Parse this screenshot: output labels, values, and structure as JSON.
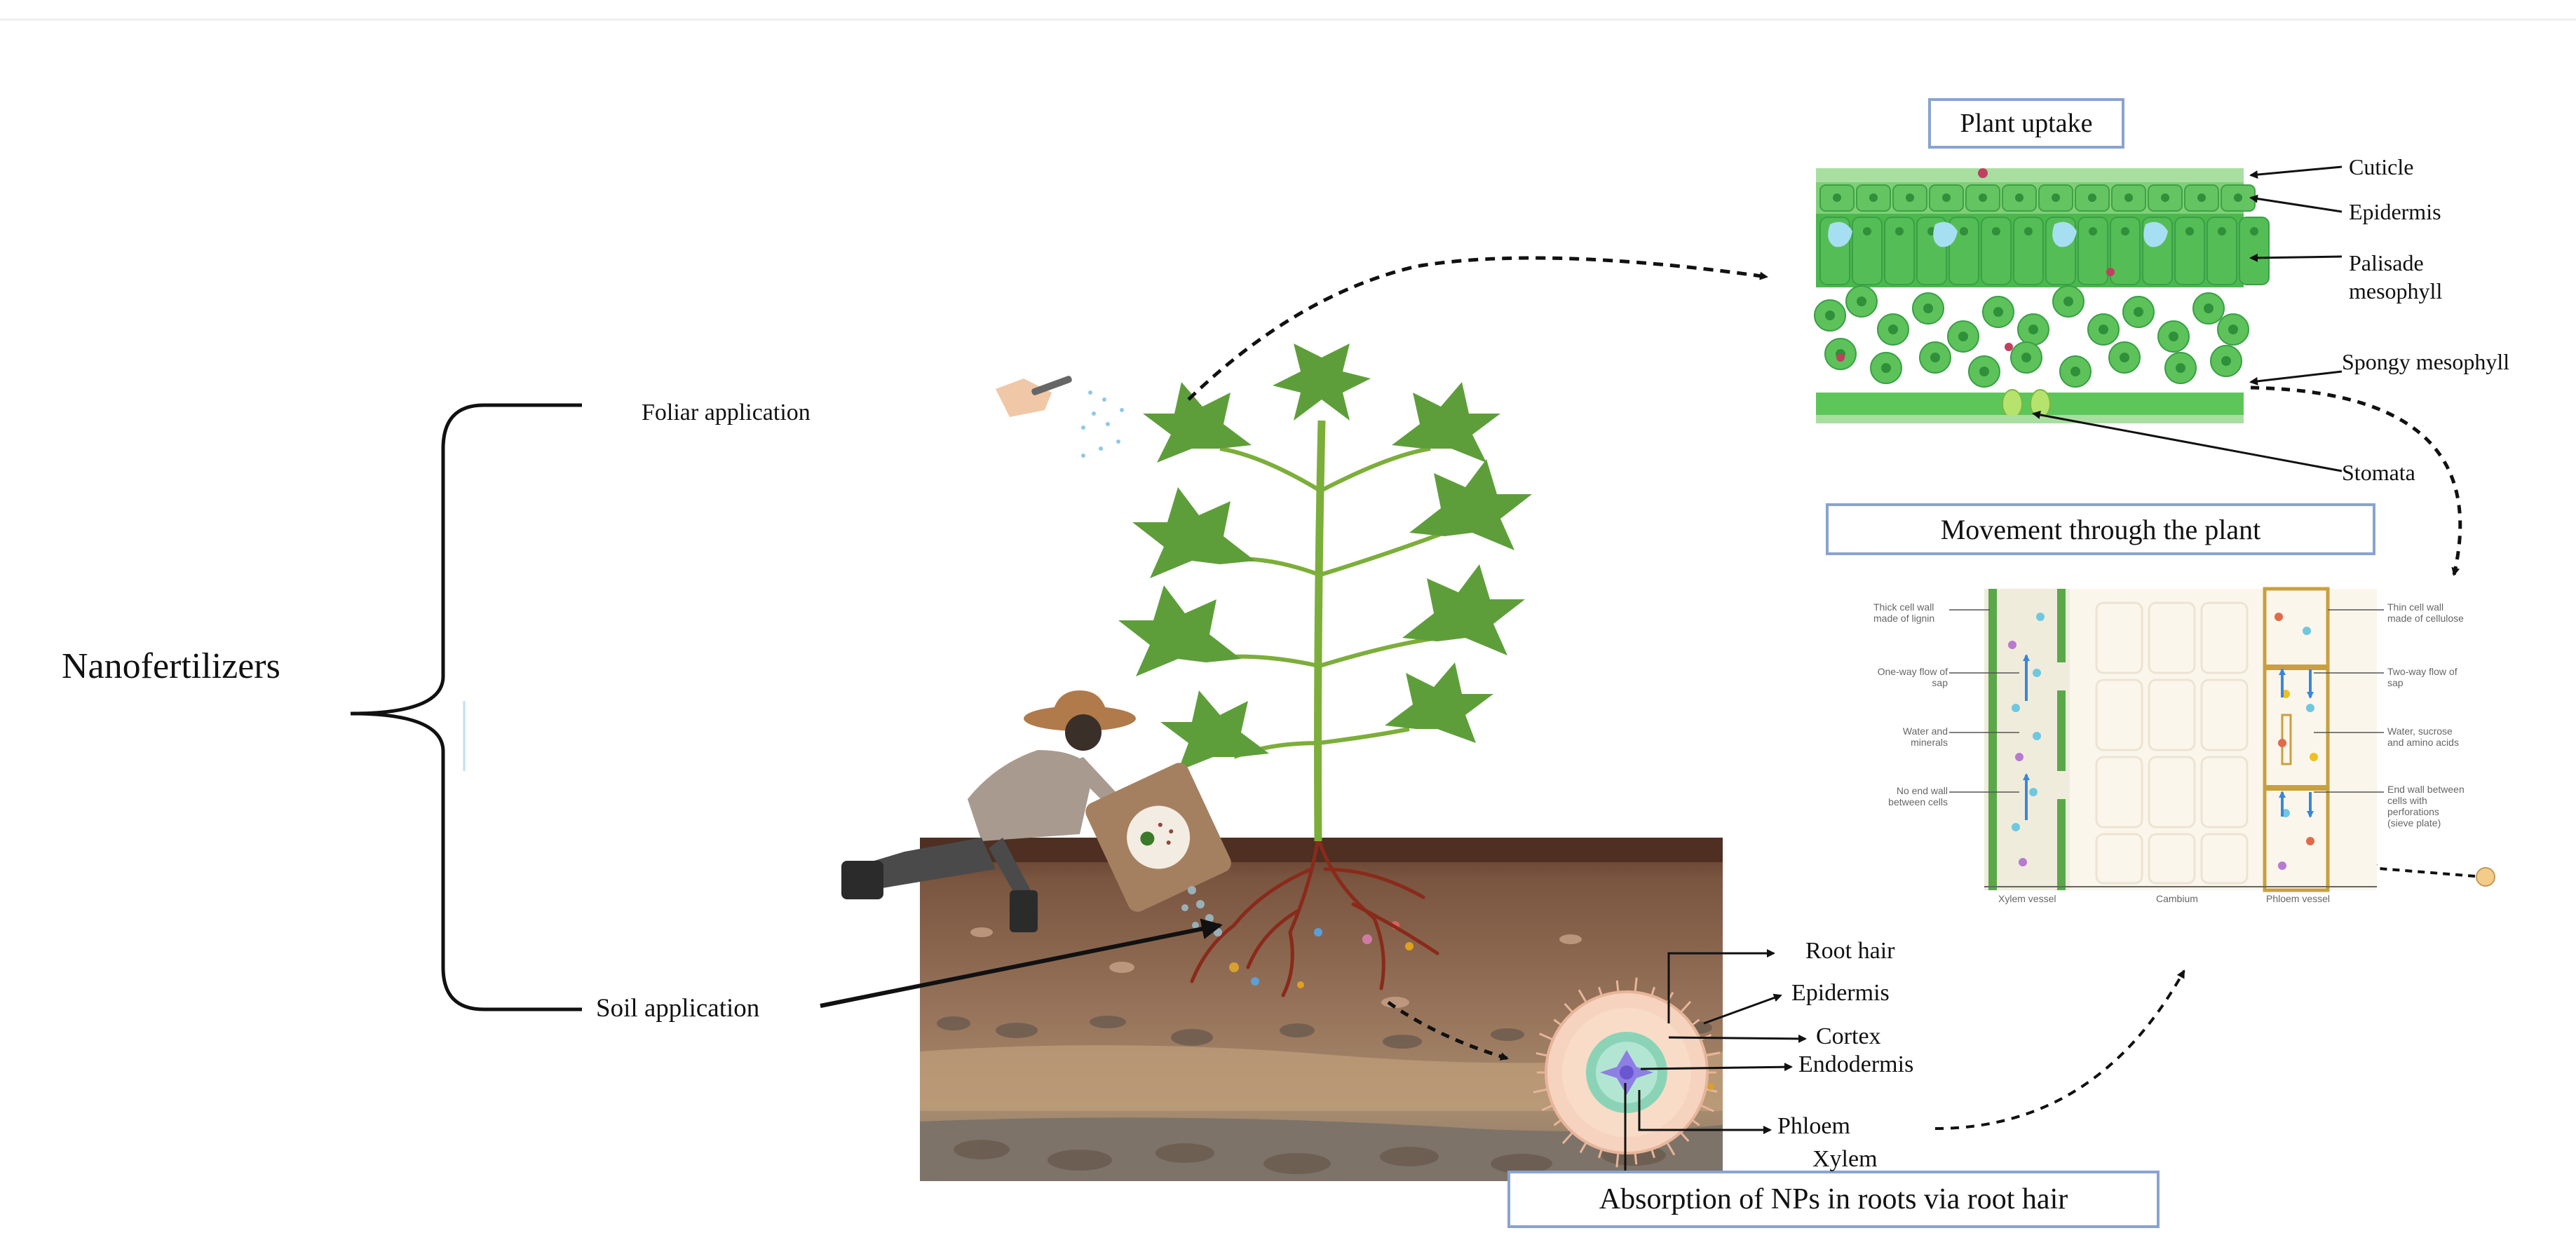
{
  "main_label": "Nanofertilizers",
  "branches": {
    "foliar": "Foliar application",
    "soil": "Soil application"
  },
  "titles": {
    "plant_uptake": "Plant uptake",
    "movement": "Movement through the plant",
    "absorption": "Absorption of NPs in roots via root hair"
  },
  "leaf_labels": {
    "cuticle": "Cuticle",
    "epidermis": "Epidermis",
    "palisade": "Palisade\nmesophyll",
    "spongy": "Spongy mesophyll",
    "stomata": "Stomata"
  },
  "root_labels": {
    "root_hair": "Root hair",
    "epidermis": "Epidermis",
    "cortex": "Cortex",
    "endodermis": "Endodermis",
    "phloem": "Phloem",
    "xylem": "Xylem"
  },
  "vessel_labels": {
    "thick_wall": "Thick cell wall made of lignin",
    "one_way": "One-way flow of sap",
    "water_minerals": "Water and minerals",
    "no_end_wall": "No end wall between cells",
    "thin_wall": "Thin cell wall made of cellulose",
    "two_way": "Two-way flow of sap",
    "water_sucrose": "Water, sucrose and amino acids",
    "end_wall": "End wall between cells with perforations (sieve plate)",
    "xylem_vessel": "Xylem vessel",
    "cambium": "Cambium",
    "phloem_vessel": "Phloem vessel"
  }
}
